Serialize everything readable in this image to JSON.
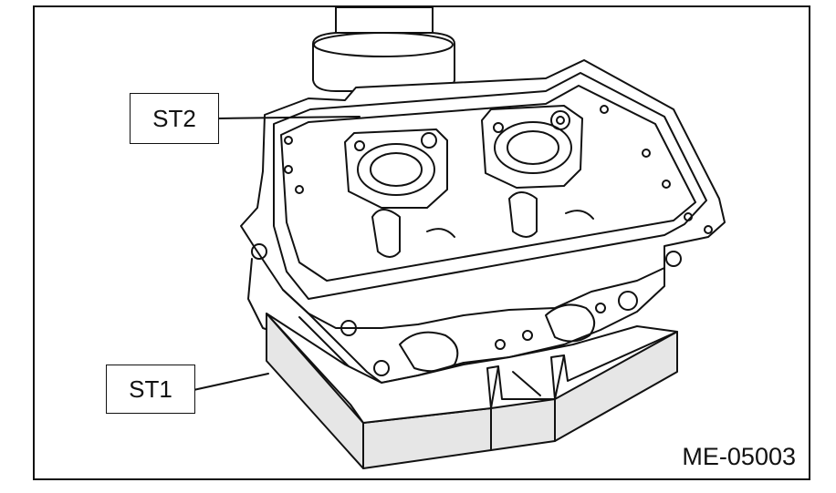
{
  "callouts": {
    "st2": "ST2",
    "st1": "ST1"
  },
  "figure_ref": "ME-05003",
  "colors": {
    "line": "#111111",
    "fill_gray": "#e6e6e6",
    "background": "#ffffff"
  }
}
